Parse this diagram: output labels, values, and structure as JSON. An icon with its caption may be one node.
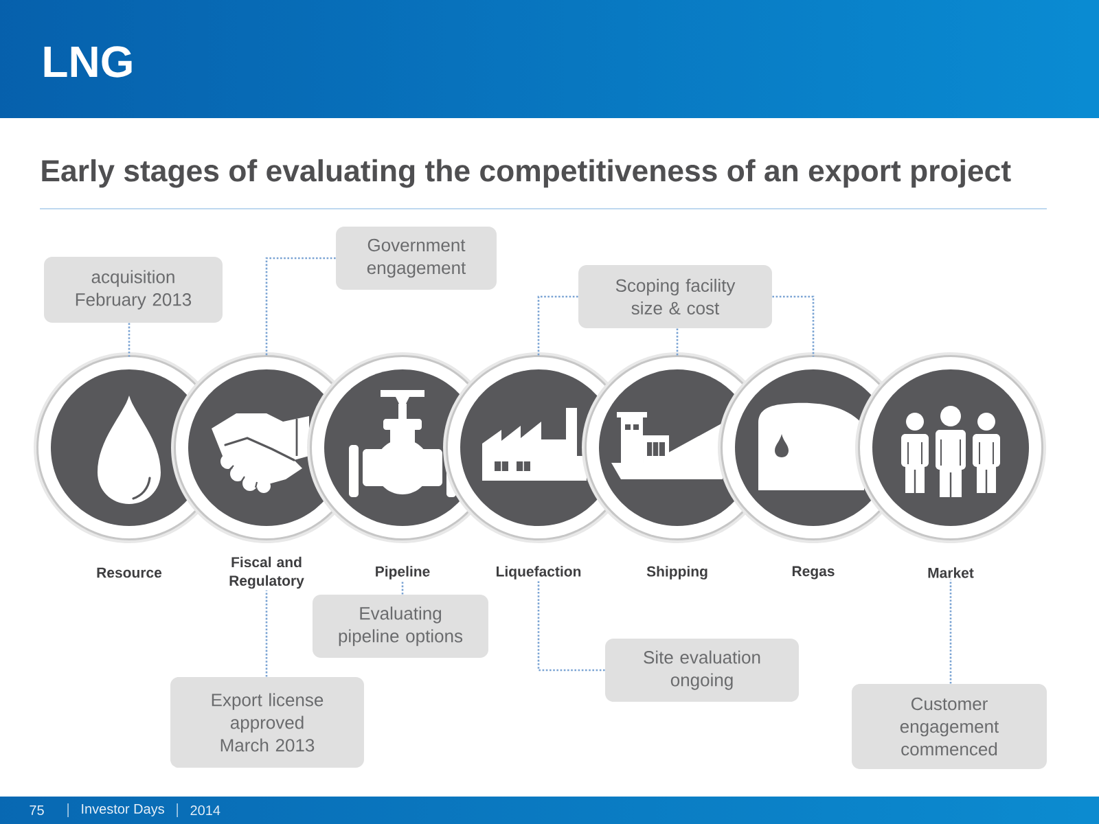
{
  "diagram": {
    "title": "LNG",
    "nodes": [
      {
        "text": [
          "acquisition February 2013"
        ]
      },
      {
        "text": [
          "Government engagement"
        ]
      },
      {
        "text": [
          "Scoping facility size & cost"
        ]
      },
      {
        "text": [
          "Resource"
        ]
      },
      {
        "text": [
          "Fiscal and Regulatory"
        ]
      },
      {
        "text": [
          "Pipeline"
        ]
      },
      {
        "text": [
          "Liquefaction"
        ]
      },
      {
        "text": [
          "Shipping"
        ]
      },
      {
        "text": [
          "Regas"
        ]
      },
      {
        "text": [
          "Market"
        ]
      },
      {
        "text": [
          "Evaluating pipeline options"
        ]
      },
      {
        "text": [
          "Export license approved March 2013"
        ]
      },
      {
        "text": [
          "Site evaluation ongoing"
        ]
      },
      {
        "text": [
          "Customer engagement commenced"
        ]
      }
    ],
    "edges": [
      {
        "from": 0,
        "to": 3,
        "arrow": "none"
      },
      {
        "from": 1,
        "to": 4,
        "arrow": "none"
      },
      {
        "from": 2,
        "to": 6,
        "arrow": "none"
      },
      {
        "from": 2,
        "to": 7,
        "arrow": "none"
      },
      {
        "from": 2,
        "to": 8,
        "arrow": "none"
      },
      {
        "from": 10,
        "to": 5,
        "arrow": "none"
      },
      {
        "from": 11,
        "to": 4,
        "arrow": "none"
      },
      {
        "from": 12,
        "to": 6,
        "arrow": "none"
      },
      {
        "from": 13,
        "to": 9,
        "arrow": "none"
      }
    ],
    "labels": [
      "Early stages of evaluating the competitiveness of an export project",
      "75",
      "Investor Days",
      "2014"
    ]
  }
}
